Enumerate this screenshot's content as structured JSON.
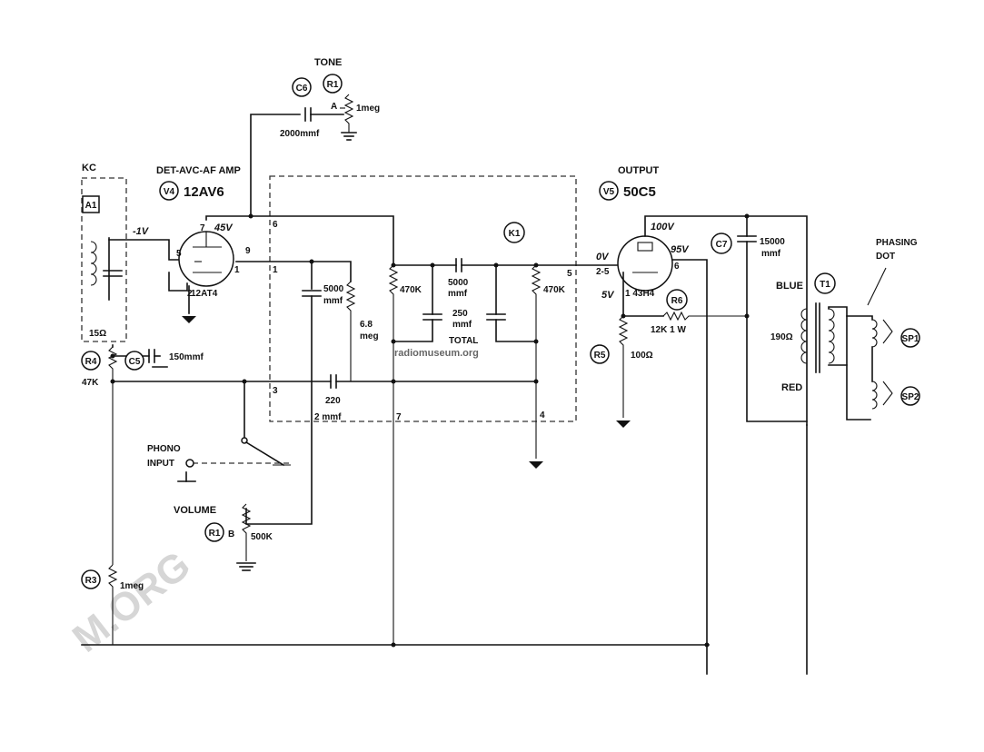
{
  "watermark": "M.ORG",
  "source_label": "radiomuseum.org",
  "stages": {
    "tone": "TONE",
    "det": "DET-AVC-AF AMP",
    "det_tube": "12AV6",
    "output": "OUTPUT",
    "output_tube": "50C5",
    "phasing": [
      "PHASING",
      "DOT"
    ],
    "kc": "KC"
  },
  "refs": {
    "a1": "A1",
    "c6": "C6",
    "r1": "R1",
    "v4": "V4",
    "v5": "V5",
    "k1": "K1",
    "c7": "C7",
    "t1": "T1",
    "r6": "R6",
    "r5": "R5",
    "c5": "C5",
    "r4": "R4",
    "r3": "R3",
    "r1b": "R1",
    "sp1": "SP1",
    "sp2": "SP2"
  },
  "values": {
    "tone_pot": "1meg",
    "tone_tap": "A",
    "c6": "2000mmf",
    "v4_plate": "45V",
    "v4_grid": "-1V",
    "v4_heater": "12AT4",
    "c_5000a": [
      "5000",
      "mmf"
    ],
    "r_68": [
      "6.8",
      "meg"
    ],
    "r_470a": "470K",
    "c_5000b": [
      "5000",
      "mmf"
    ],
    "c_250": [
      "250",
      "mmf",
      "TOTAL"
    ],
    "r_470b": "470K",
    "c_220": [
      "220",
      "2 mmf"
    ],
    "v5_plate": "100V",
    "v5_screen": "95V",
    "v5_grid": "0V",
    "v5_cath": "5V",
    "v5_pins": "2-5",
    "v5_heater": "1 43H4",
    "r6": "12K  1 W",
    "c7": [
      "15000",
      "mmf"
    ],
    "r5": "100Ω",
    "t1_pri": "190Ω",
    "blue": "BLUE",
    "red": "RED",
    "c5": "150mmf",
    "r4": "47K",
    "r3": "1meg",
    "i15": "15Ω",
    "phono": [
      "PHONO",
      "INPUT"
    ],
    "volume": "VOLUME",
    "vol_tap": "B",
    "vol_pot": "500K",
    "pin_labels": [
      "6",
      "1",
      "3",
      "7",
      "5",
      "4",
      "9",
      "1",
      "7",
      "6",
      "2",
      "5"
    ]
  }
}
